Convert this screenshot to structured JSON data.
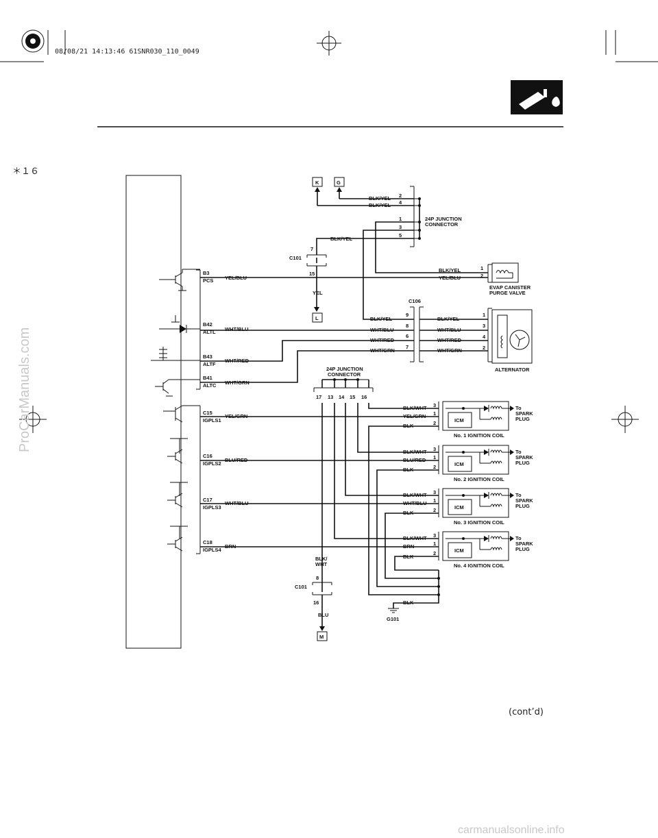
{
  "header": {
    "timestamp": "08/08/21 14:13:46 61SNR030_110_0049",
    "page_marker": "＊１６",
    "cont": "(cont’d)"
  },
  "watermarks": {
    "left": "ProCarManuals.com",
    "bottom": "carmanualsonline.info"
  },
  "terminals": {
    "K": "K",
    "G": "G",
    "L": "L",
    "M": "M"
  },
  "ecm_pins": [
    {
      "pin": "B3",
      "name": "PCS",
      "wire": "YEL/BLU"
    },
    {
      "pin": "B42",
      "name": "ALTL",
      "wire": "WHT/BLU"
    },
    {
      "pin": "B43",
      "name": "ALTF",
      "wire": "WHT/RED"
    },
    {
      "pin": "B41",
      "name": "ALTC",
      "wire": "WHT/GRN"
    },
    {
      "pin": "C15",
      "name": "IGPLS1",
      "wire": "YEL/GRN"
    },
    {
      "pin": "C16",
      "name": "IGPLS2",
      "wire": "BLU/RED"
    },
    {
      "pin": "C17",
      "name": "IGPLS3",
      "wire": "WHT/BLU"
    },
    {
      "pin": "C18",
      "name": "IGPLS4",
      "wire": "BRN"
    }
  ],
  "top_connector": {
    "label_line1": "24P JUNCTION",
    "label_line2": "CONNECTOR",
    "pins": [
      "2",
      "4",
      "1",
      "3",
      "5"
    ],
    "wires": [
      "BLK/YEL",
      "BLK/YEL",
      "BLK/YEL"
    ]
  },
  "c101_top": {
    "name": "C101",
    "pin_a": "7",
    "pin_b": "15",
    "wire_below": "YEL"
  },
  "evap": {
    "label_line1": "EVAP CANISTER",
    "label_line2": "PURGE VALVE",
    "wire_1": "BLK/YEL",
    "wire_2": "YEL/BLU",
    "pin_1": "1",
    "pin_2": "2"
  },
  "c106": {
    "name": "C106",
    "left_pins": [
      "9",
      "8",
      "6",
      "7"
    ],
    "left_wires": [
      "BLK/YEL",
      "WHT/BLU",
      "WHT/RED",
      "WHT/GRN"
    ],
    "right_wires": [
      "BLK/YEL",
      "WHT/BLU",
      "WHT/RED",
      "WHT/GRN"
    ],
    "alt_pins": [
      "1",
      "3",
      "4",
      "2"
    ]
  },
  "alternator": {
    "label": "ALTERNATOR"
  },
  "mid_connector": {
    "label_line1": "24P JUNCTION",
    "label_line2": "CONNECTOR",
    "pins": [
      "17",
      "13",
      "14",
      "15",
      "16"
    ]
  },
  "coils": [
    {
      "label": "No. 1 IGNITION COIL",
      "w3": "BLK/WHT",
      "w1": "YEL/GRN",
      "w2": "BLK",
      "icm": "ICM"
    },
    {
      "label": "No. 2 IGNITION COIL",
      "w3": "BLK/WHT",
      "w1": "BLU/RED",
      "w2": "BLK",
      "icm": "ICM"
    },
    {
      "label": "No. 3 IGNITION COIL",
      "w3": "BLK/WHT",
      "w1": "WHT/BLU",
      "w2": "BLK",
      "icm": "ICM"
    },
    {
      "label": "No. 4 IGNITION COIL",
      "w3": "BLK/WHT",
      "w1": "BRN",
      "w2": "BLK",
      "icm": "ICM"
    }
  ],
  "coil_pins": [
    "3",
    "1",
    "2"
  ],
  "spark": {
    "l1": "To",
    "l2": "SPARK",
    "l3": "PLUG"
  },
  "c101_bottom": {
    "name": "C101",
    "wire_top_1": "BLK/",
    "wire_top_2": "WHT",
    "pin_a": "8",
    "pin_b": "16",
    "wire_below": "BLU"
  },
  "ground": {
    "name": "G101",
    "wire": "BLK"
  }
}
